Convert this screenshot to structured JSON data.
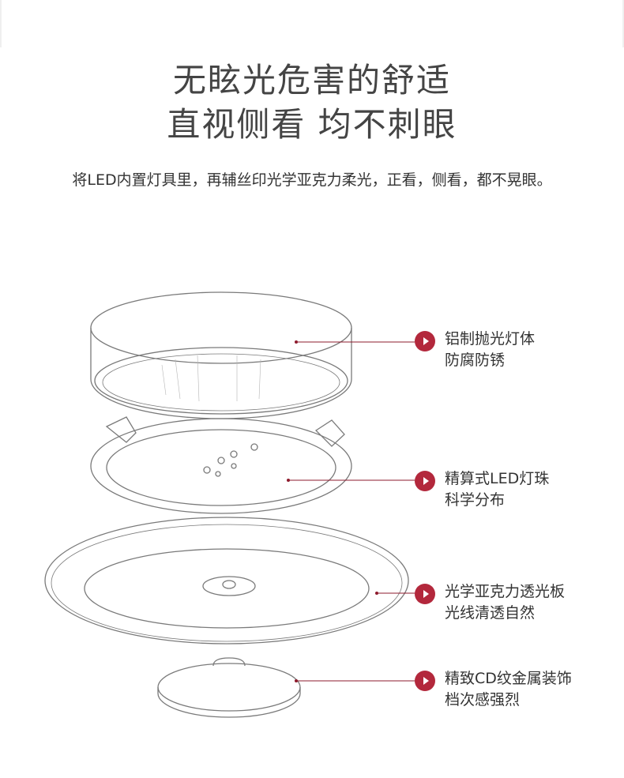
{
  "headline": {
    "line1": "无眩光危害的舒适",
    "line2": "直视侧看 均不刺眼"
  },
  "subtitle": "将LED内置灯具里，再辅丝印光学亚克力柔光，正看，侧看，都不晃眼。",
  "callouts": [
    {
      "line1": "铝制抛光灯体",
      "line2": "防腐防锈"
    },
    {
      "line1": "精算式LED灯珠",
      "line2": "科学分布"
    },
    {
      "line1": "光学亚克力透光板",
      "line2": "光线清透自然"
    },
    {
      "line1": "精致CD纹金属装饰",
      "line2": "档次感强烈"
    }
  ],
  "colors": {
    "accent": "#b3283c",
    "line": "#8e1b2d",
    "sketch": "#7a7a7a"
  }
}
